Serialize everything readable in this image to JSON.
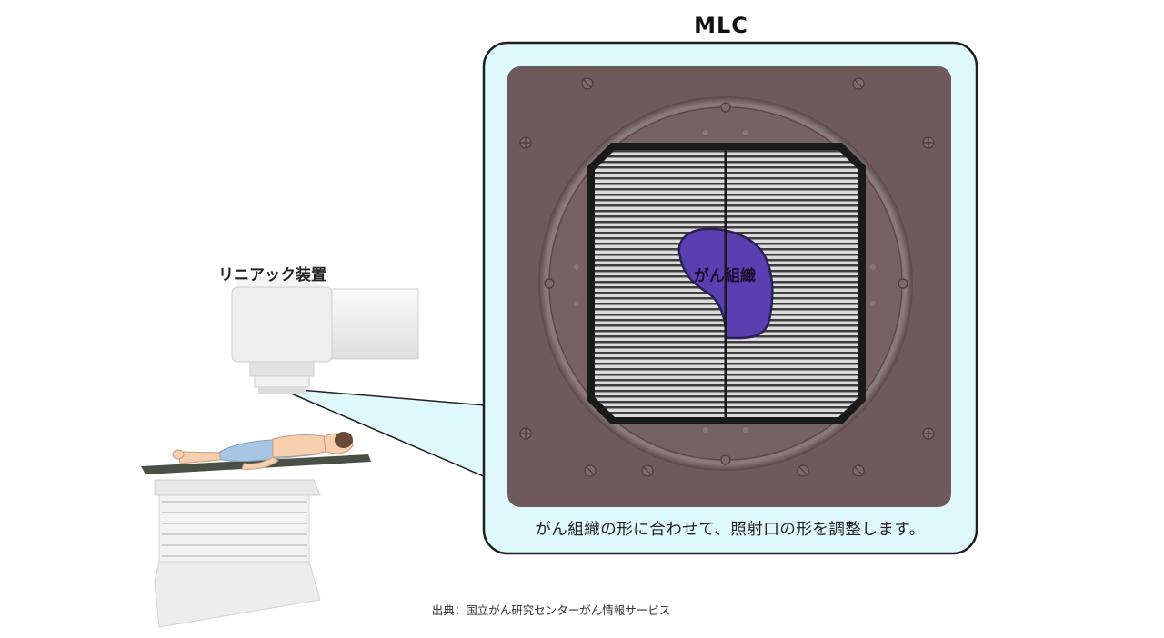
{
  "title": "MLC",
  "linac_label": "リニアック装置",
  "tumor_label": "がん組織",
  "caption": "がん組織の形に合わせて、照射口の形を調整します。",
  "source": "出典：国立がん研究センターがん情報サービス",
  "colors": {
    "panel_fill": "#dff8fc",
    "panel_stroke": "#1f1f1f",
    "plate": "#6e5a5a",
    "ring": "#7c6868",
    "leaves_light": "#d9d9d9",
    "leaves_dark": "#444444",
    "tumor": "#5a3fb0",
    "machine": "#efefef",
    "patient_skin": "#f6cfae",
    "patient_sheet": "#a8c6e4",
    "couch_top": "#4a5046"
  },
  "icons": [
    "screw-icon"
  ]
}
